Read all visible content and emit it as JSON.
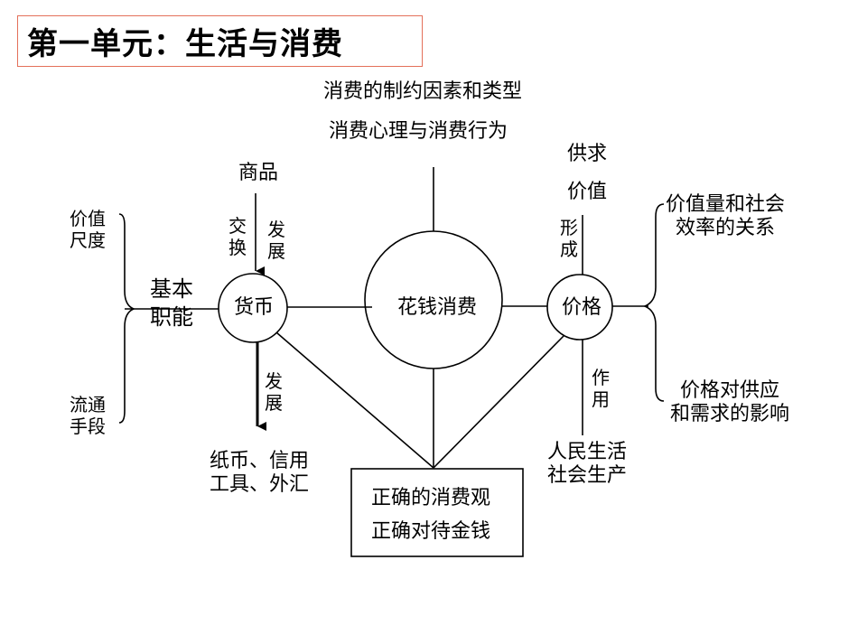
{
  "title": "第一单元：生活与消费",
  "center": "花钱消费",
  "money": "货币",
  "price": "价格",
  "top": {
    "line1": "消费的制约因素和类型",
    "line2": "消费心理与消费行为"
  },
  "left": {
    "commodity": "商品",
    "exchange": "交换",
    "develop_top": "发展",
    "develop_bottom": "发展",
    "basic_function": "基本\n职能",
    "value_measure": "价值\n尺度",
    "circulation": "流通\n手段",
    "paper_money": "纸币、信用\n工具、外汇"
  },
  "right": {
    "supply_demand": "供求",
    "value": "价值",
    "form": "形成",
    "effect": "作用",
    "value_relation": "价值量和社会\n效率的关系",
    "price_influence": "价格对供应\n和需求的影响",
    "life_production": "人民生活\n社会生产"
  },
  "bottom_box": {
    "line1": "正确的消费观",
    "line2": "正确对待金钱"
  }
}
